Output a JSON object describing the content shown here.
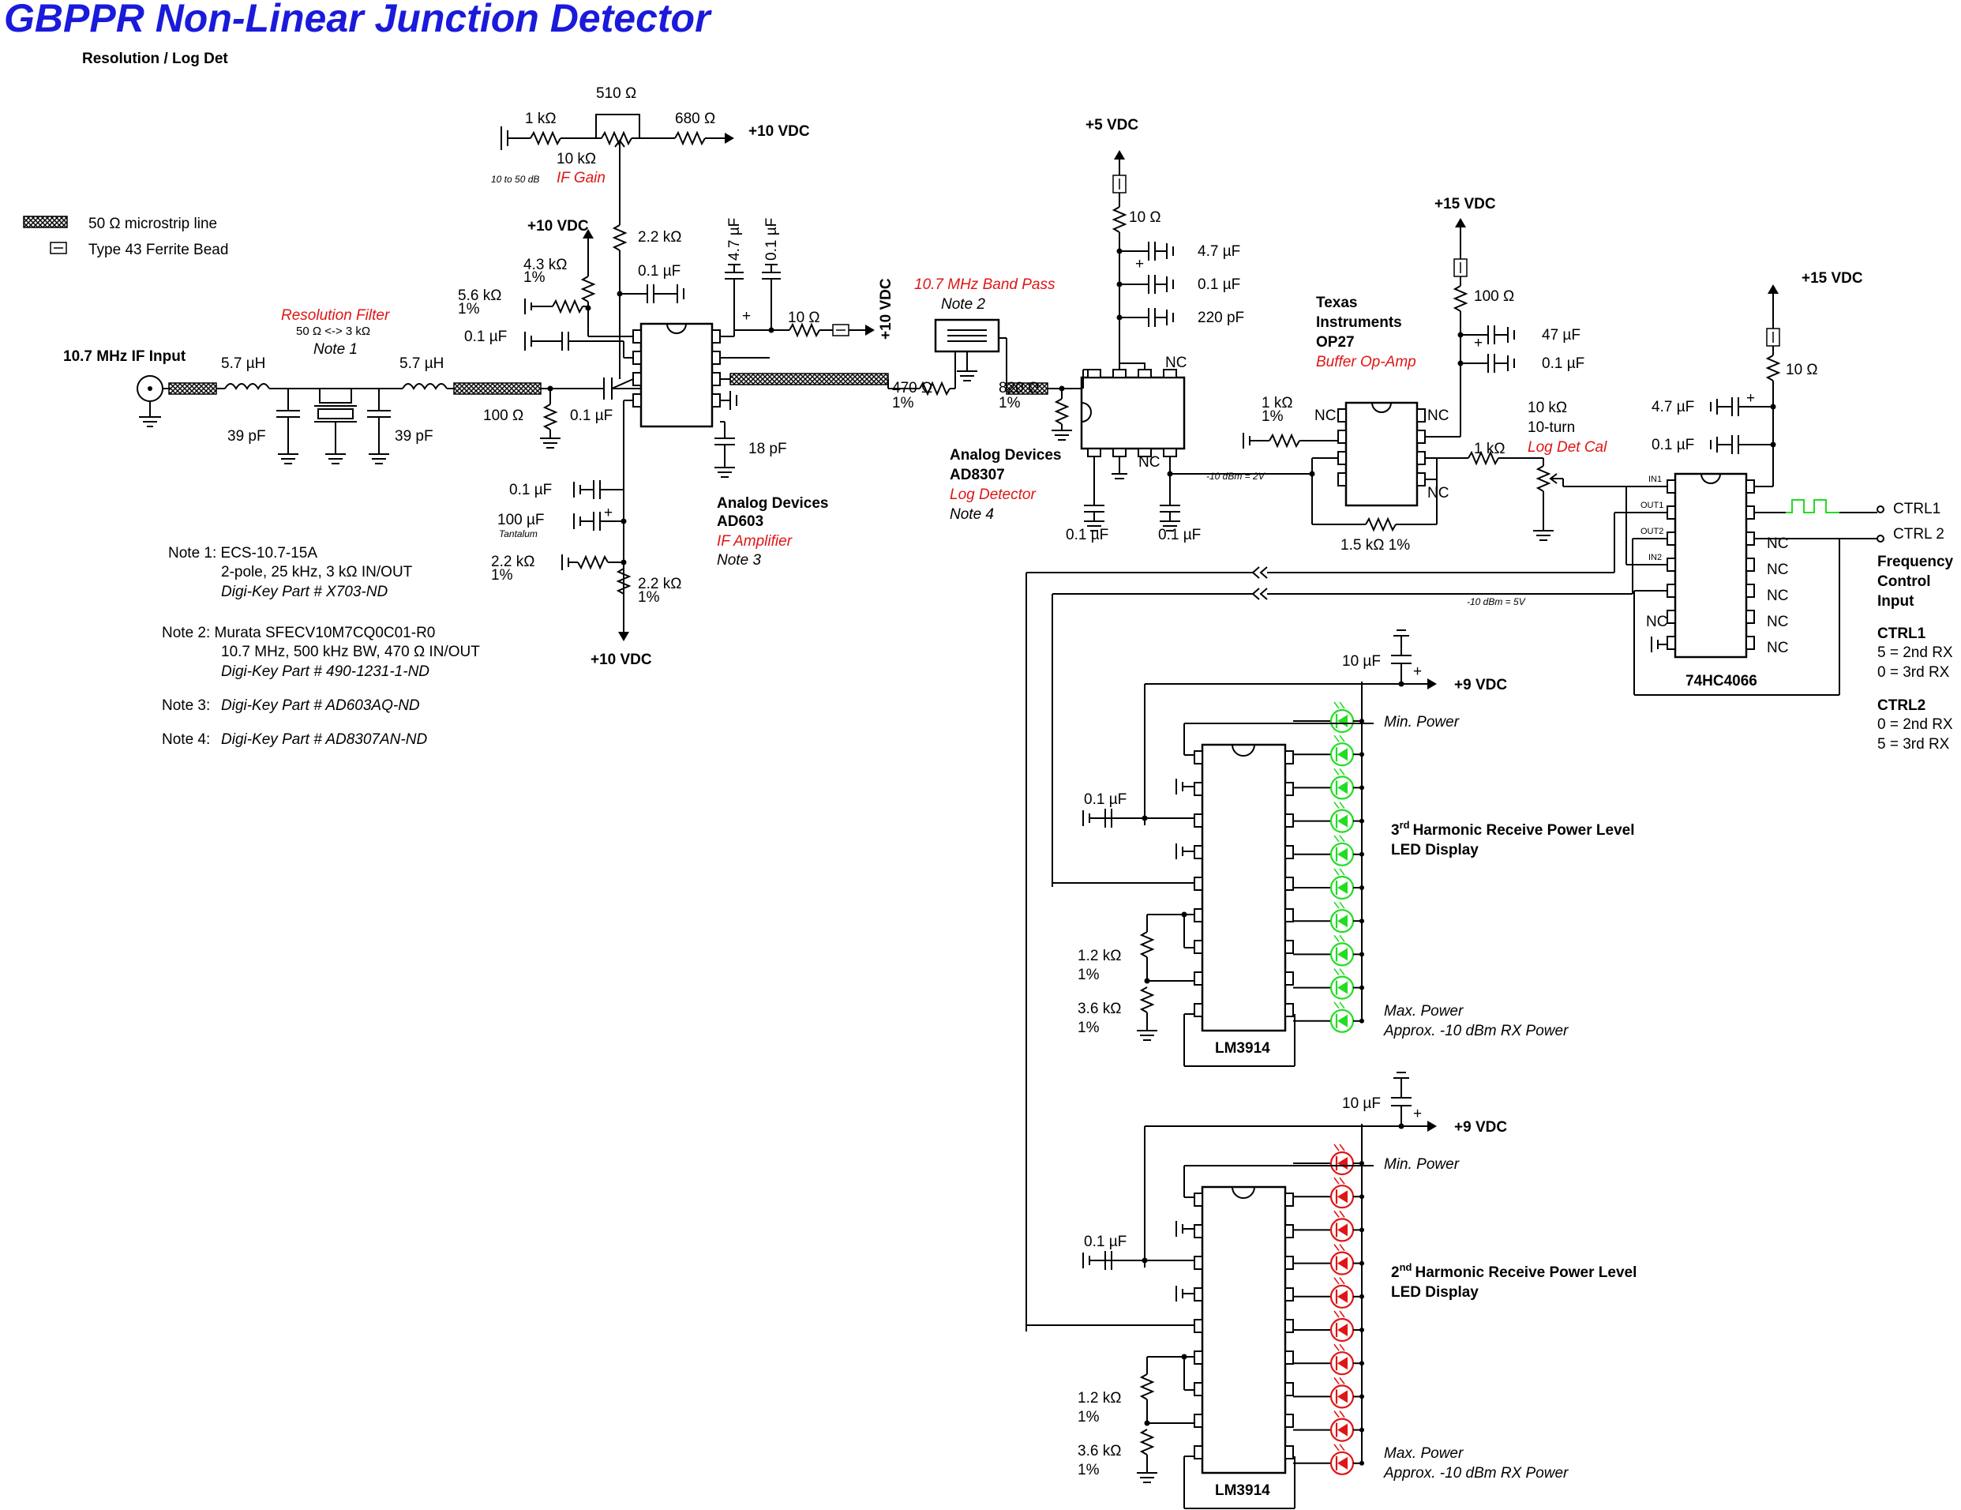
{
  "title": "GBPPR Non-Linear Junction Detector",
  "subtitle": "Resolution / Log Det",
  "legend": {
    "microstrip": "50 Ω microstrip line",
    "ferrite": "Type 43 Ferrite Bead"
  },
  "input": {
    "label": "10.7 MHz IF Input"
  },
  "resolution_filter": {
    "title": "Resolution Filter",
    "detail": "50 Ω <-> 3 kΩ",
    "note": "Note 1",
    "l1": "5.7 µH",
    "l2": "5.7 µH",
    "c1": "39 pF",
    "c2": "39 pF",
    "r_term": "100 Ω",
    "c_couple": "0.1 µF"
  },
  "gain_control": {
    "r1": "1 kΩ",
    "pot": "510 Ω",
    "r2": "680 Ω",
    "pot_range": "10 kΩ",
    "range": "10 to 50 dB",
    "label": "IF Gain",
    "vcc": "+10 VDC",
    "r_drop": "2.2 kΩ"
  },
  "ad603": {
    "maker": "Analog Devices",
    "part": "AD603",
    "func": "IF Amplifier",
    "note": "Note 3",
    "vcc_top": "+10 VDC",
    "r_top": "4.3 kΩ",
    "r_top_tol": "1%",
    "r_mid": "5.6 kΩ",
    "r_mid_tol": "1%",
    "c_mid": "0.1 µF",
    "c_dec": "0.1 µF",
    "c_bulk": "4.7 µF",
    "c_bulk2": "0.1 µF",
    "r_dec": "10 Ω",
    "vcc_right": "+10 VDC",
    "c_out": "18 pF",
    "c_bot1": "0.1 µF",
    "c_bot2": "100 µF",
    "c_bot2_type": "Tantalum",
    "r_bot1": "2.2 kΩ",
    "r_bot1_tol": "1%",
    "r_bot2": "2.2 kΩ",
    "r_bot2_tol": "1%",
    "vcc_bottom": "+10 VDC"
  },
  "bandpass": {
    "label": "10.7 MHz Band Pass",
    "note": "Note 2",
    "r_in": "470 Ω",
    "r_in_tol": "1%",
    "r_out": "820 Ω",
    "r_out_tol": "1%"
  },
  "ad8307": {
    "maker": "Analog Devices",
    "part": "AD8307",
    "func": "Log Detector",
    "note": "Note 4",
    "vcc": "+5 VDC",
    "r": "10 Ω",
    "c1": "4.7 µF",
    "c2": "0.1 µF",
    "c3": "220 pF",
    "c_bot1": "0.1 µF",
    "c_bot2": "0.1 µF",
    "nc": "NC",
    "level": "-10 dBm = 2V"
  },
  "op27": {
    "maker1": "Texas",
    "maker2": "Instruments",
    "part": "OP27",
    "func": "Buffer Op-Amp",
    "vcc": "+15 VDC",
    "r": "100 Ω",
    "c1": "47 µF",
    "c2": "0.1 µF",
    "r_in": "1 kΩ",
    "r_in_tol": "1%",
    "r_fb": "1.5 kΩ 1%",
    "nc": "NC"
  },
  "cal": {
    "r_series": "1 kΩ",
    "pot": "10 kΩ",
    "turns": "10-turn",
    "label": "Log Det Cal"
  },
  "switch": {
    "part": "74HC4066",
    "vcc": "+15 VDC",
    "r": "10 Ω",
    "c1": "4.7 µF",
    "c2": "0.1 µF",
    "pins": [
      "IN1",
      "OUT1",
      "OUT2",
      "IN2"
    ],
    "nc": "NC",
    "level": "-10 dBm = 5V",
    "ctrl1": "CTRL1",
    "ctrl2": "CTRL 2",
    "freq1": "Frequency",
    "freq2": "Control",
    "freq3": "Input",
    "c1h": "CTRL1",
    "c1a": "5 = 2nd RX",
    "c1b": "0 = 3rd RX",
    "c2h": "CTRL2",
    "c2a": "0 = 2nd RX",
    "c2b": "5 = 3rd RX"
  },
  "display3": {
    "part": "LM3914",
    "cap": "10 µF",
    "vcc": "+9 VDC",
    "c": "0.1 µF",
    "r1": "1.2 kΩ",
    "r1_tol": "1%",
    "r2": "3.6 kΩ",
    "r2_tol": "1%",
    "min": "Min. Power",
    "max": "Max. Power",
    "approx": "Approx. -10 dBm RX Power",
    "t_pre": "3",
    "t_sup": "rd",
    "t_post": "Harmonic Receive Power Level",
    "t2": "LED Display",
    "led_color": "#22dd22"
  },
  "display2": {
    "part": "LM3914",
    "cap": "10 µF",
    "vcc": "+9 VDC",
    "c": "0.1 µF",
    "r1": "1.2 kΩ",
    "r1_tol": "1%",
    "r2": "3.6 kΩ",
    "r2_tol": "1%",
    "min": "Min. Power",
    "max": "Max. Power",
    "approx": "Approx. -10 dBm RX Power",
    "t_pre": "2",
    "t_sup": "nd",
    "t_post": "Harmonic Receive Power Level",
    "t2": "LED Display",
    "led_color": "#e01515"
  },
  "notes": {
    "n1a": "Note 1: ECS-10.7-15A",
    "n1b": "2-pole, 25 kHz, 3 kΩ IN/OUT",
    "n1c": "Digi-Key Part # X703-ND",
    "n2a": "Note 2: Murata SFECV10M7CQ0C01-R0",
    "n2b": "10.7 MHz, 500 kHz BW, 470 Ω IN/OUT",
    "n2c": "Digi-Key Part # 490-1231-1-ND",
    "n3a": "Note 3:",
    "n3b": "Digi-Key Part # AD603AQ-ND",
    "n4a": "Note 4:",
    "n4b": "Digi-Key Part # AD8307AN-ND"
  }
}
